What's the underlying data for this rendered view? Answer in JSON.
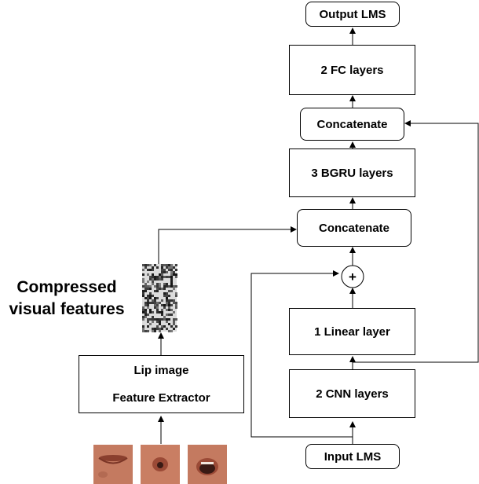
{
  "nodes": {
    "output_lms": "Output LMS",
    "fc_layers": "2 FC layers",
    "concat_top": "Concatenate",
    "bgru_layers": "3 BGRU layers",
    "concat_mid": "Concatenate",
    "plus_symbol": "+",
    "linear_layer": "1 Linear layer",
    "cnn_layers": "2 CNN layers",
    "input_lms": "Input LMS",
    "lip_extractor_line1": "Lip image",
    "lip_extractor_line2": "Feature Extractor"
  },
  "side_label": {
    "line1": "Compressed",
    "line2": "visual features"
  },
  "colors": {
    "lip_skin": "#c97a5f",
    "lip_dark": "#8a3f2e",
    "stroke": "#000000"
  }
}
